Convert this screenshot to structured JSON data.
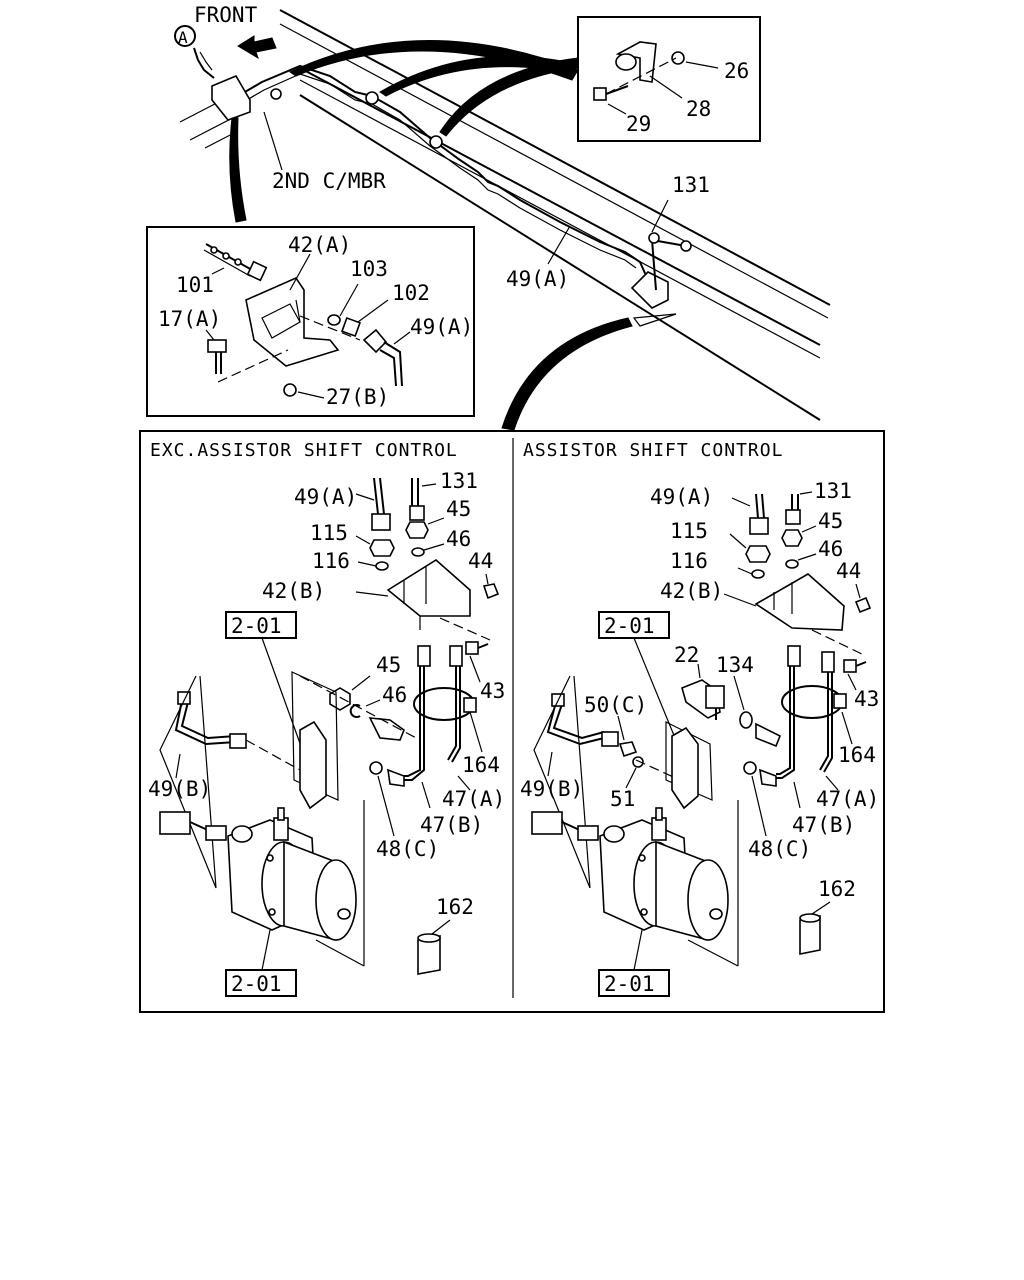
{
  "top": {
    "front_label": "FRONT",
    "circle_a": "A",
    "member_label": "2ND C/MBR",
    "line_label": "49(A)",
    "part_131": "131"
  },
  "clip_inset": {
    "p26": "26",
    "p28": "28",
    "p29": "29"
  },
  "bracket_inset": {
    "p42a": "42(A)",
    "p101": "101",
    "p103": "103",
    "p102": "102",
    "p17a": "17(A)",
    "p49a": "49(A)",
    "p27b": "27(B)"
  },
  "left_panel": {
    "title": "EXC.ASSISTOR SHIFT CONTROL",
    "p49a": "49(A)",
    "p131": "131",
    "p45": "45",
    "p115": "115",
    "p46": "46",
    "p116": "116",
    "p44": "44",
    "p42b": "42(B)",
    "ref_top": "2-01",
    "p45b": "45",
    "p46b": "46",
    "p43": "43",
    "p164": "164",
    "p49b": "49(B)",
    "p47a": "47(A)",
    "p47b": "47(B)",
    "p48c": "48(C)",
    "p162": "162",
    "ref_bottom": "2-01"
  },
  "right_panel": {
    "title": "ASSISTOR SHIFT CONTROL",
    "p49a": "49(A)",
    "p131": "131",
    "p115": "115",
    "p45": "45",
    "p116": "116",
    "p46": "46",
    "p42b": "42(B)",
    "p44": "44",
    "ref_top": "2-01",
    "p22": "22",
    "p134": "134",
    "p50c": "50(C)",
    "p43": "43",
    "p49b": "49(B)",
    "p51": "51",
    "p164": "164",
    "p47a": "47(A)",
    "p47b": "47(B)",
    "p48c": "48(C)",
    "p162": "162",
    "ref_bottom": "2-01"
  }
}
